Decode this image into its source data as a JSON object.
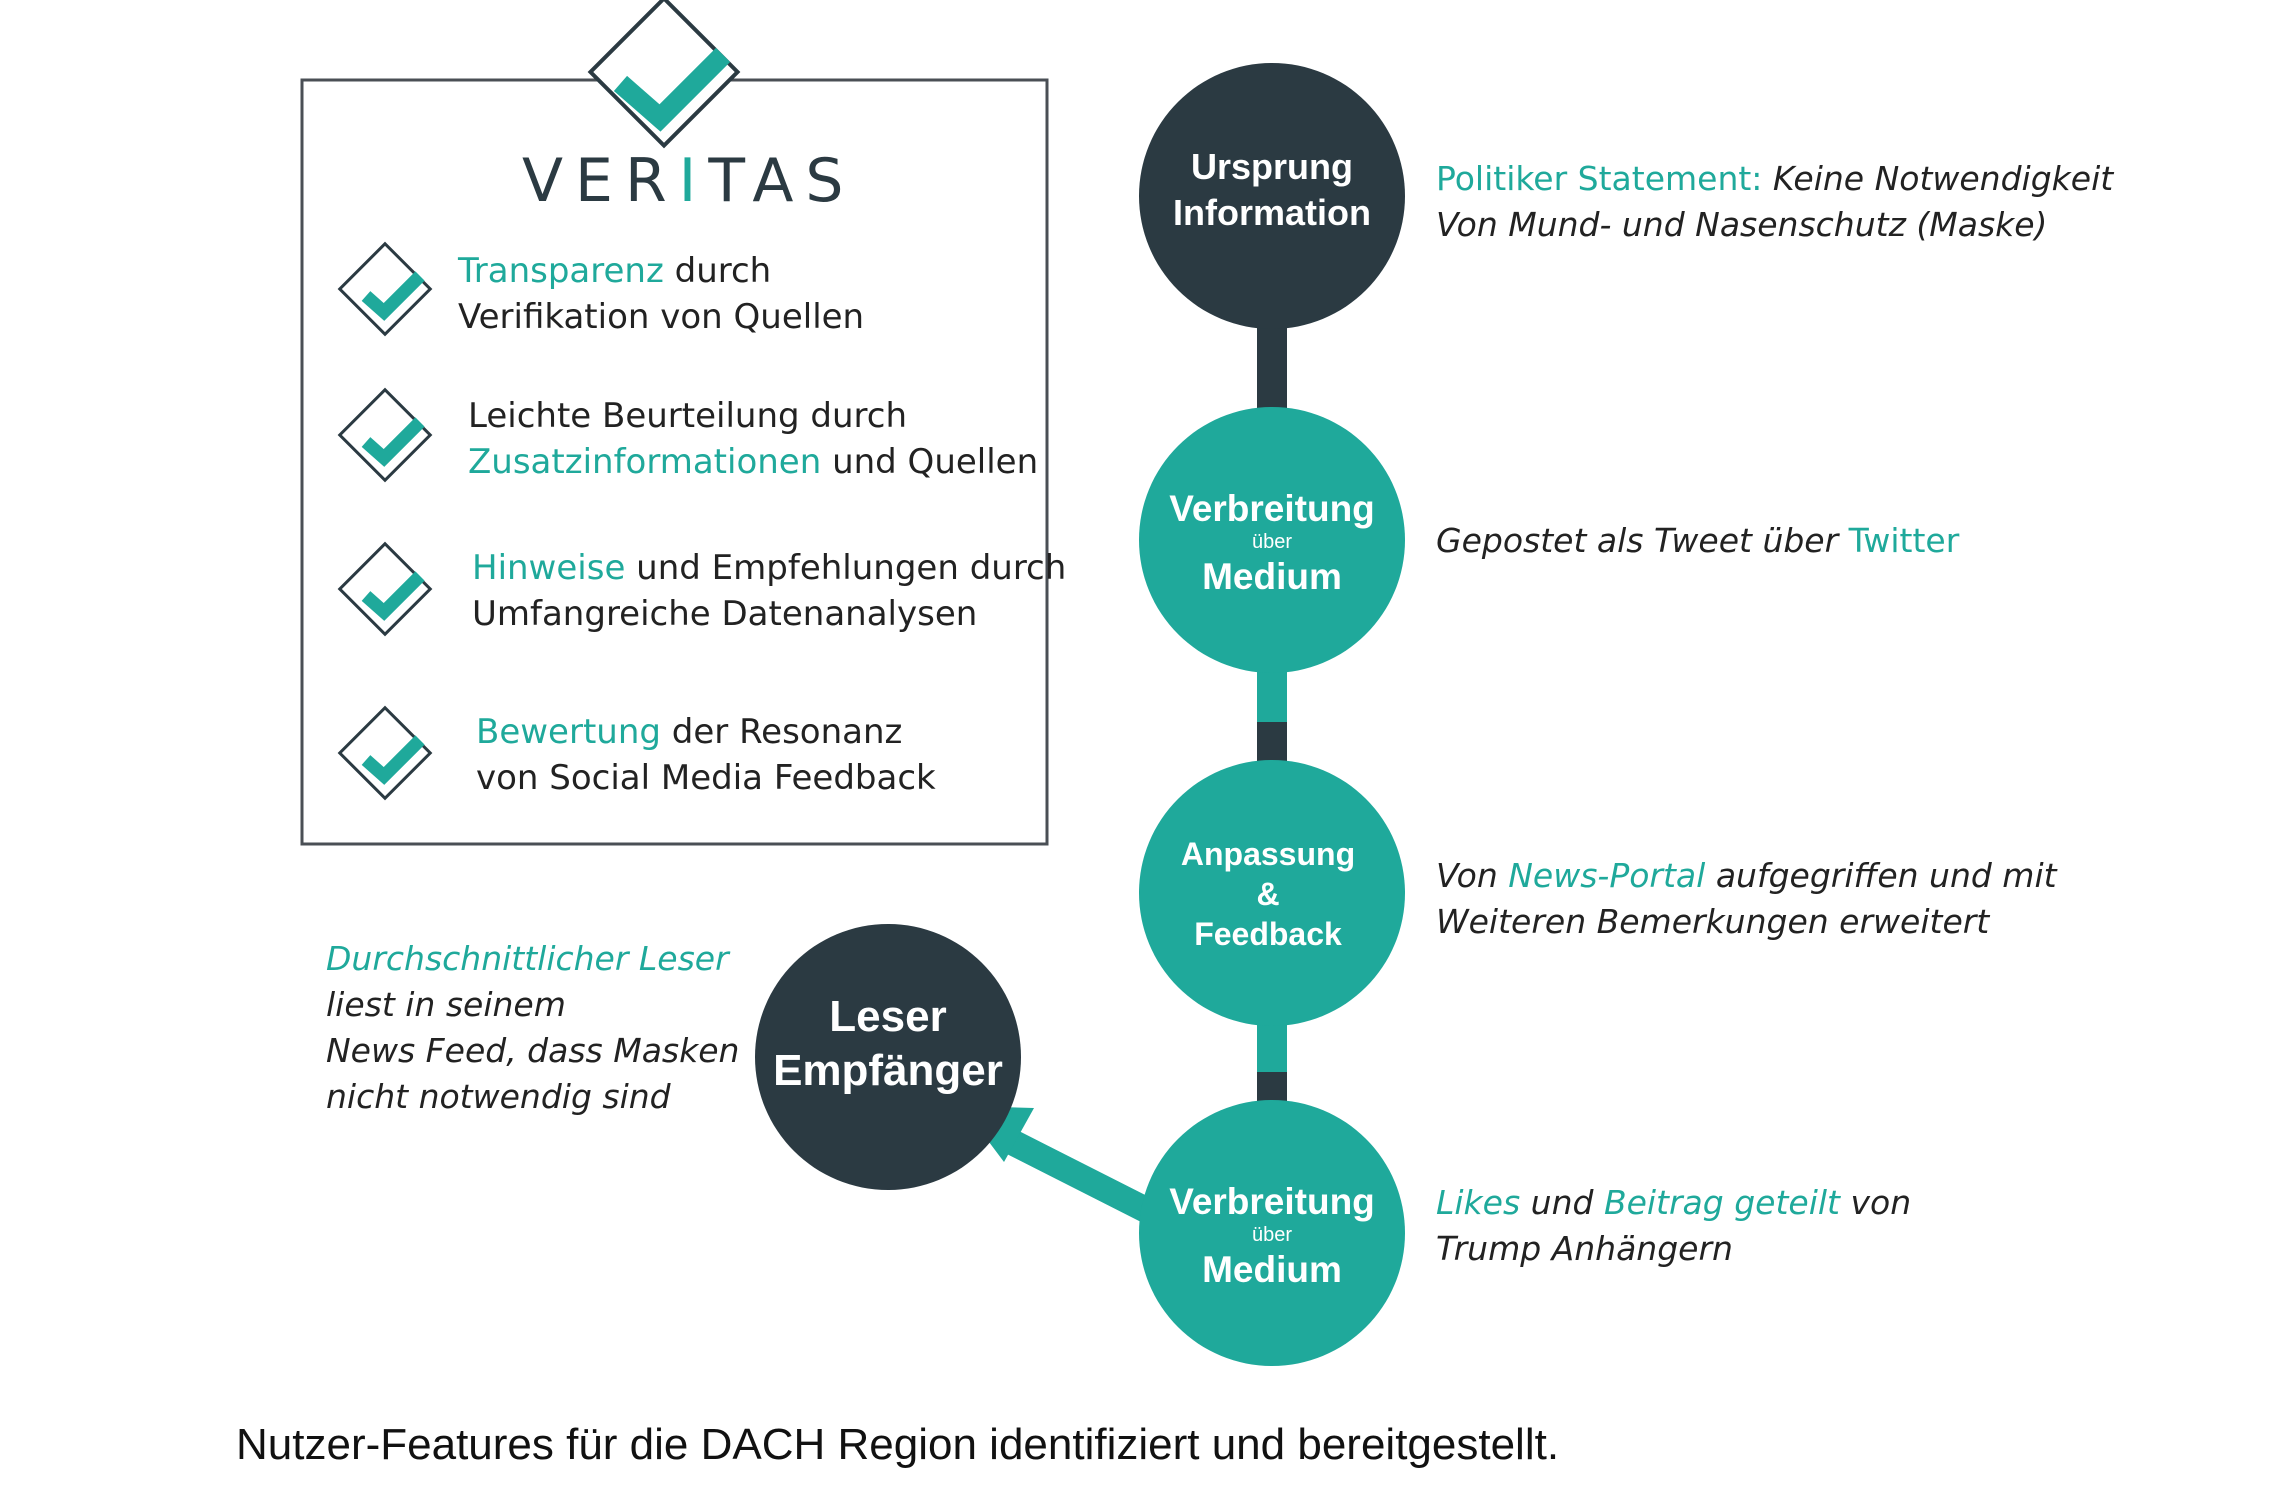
{
  "brand": {
    "name_pre": "VER",
    "name_i": "I",
    "name_post": "TAS"
  },
  "features": [
    {
      "lines": [
        {
          "accent": "Transparenz",
          "rest": " durch"
        },
        {
          "accent": "",
          "rest": "Verifikation von Quellen"
        }
      ]
    },
    {
      "lines": [
        {
          "accent": "",
          "rest": "Leichte Beurteilung durch"
        },
        {
          "accent": "Zusatzinformationen",
          "rest": " und Quellen"
        }
      ]
    },
    {
      "lines": [
        {
          "accent": "Hinweise",
          "rest": " und Empfehlungen durch"
        },
        {
          "accent": "",
          "rest": "Umfangreiche Datenanalysen"
        }
      ]
    },
    {
      "lines": [
        {
          "accent": "Bewertung",
          "rest": " der Resonanz"
        },
        {
          "accent": "",
          "rest": "von Social Media Feedback"
        }
      ]
    }
  ],
  "nodes": {
    "origin": {
      "line1": "Ursprung",
      "line2": "Information"
    },
    "spread1": {
      "line1": "Verbreitung",
      "small": "über",
      "line2": "Medium"
    },
    "adapt": {
      "line1": "Anpassung",
      "line2": "&",
      "line3": "Feedback"
    },
    "spread2": {
      "line1": "Verbreitung",
      "small": "über",
      "line2": "Medium"
    },
    "reader": {
      "line1": "Leser",
      "line2": "Empfänger"
    }
  },
  "notes": {
    "origin": {
      "l1_accent": "Politiker Statement:",
      "l1_rest": " Keine Notwendigkeit",
      "l2": "Von Mund- und Nasenschutz (Maske)"
    },
    "spread1": {
      "l1_pre": "Gepostet als Tweet über ",
      "l1_accent": "Twitter"
    },
    "adapt": {
      "l1_pre": "Von ",
      "l1_accent": "News-Portal",
      "l1_rest": " aufgegriffen und mit",
      "l2": "Weiteren Bemerkungen erweitert"
    },
    "spread2": {
      "a1": "Likes",
      "m1": " und ",
      "a2": "Beitrag geteilt",
      "m2": " von",
      "l2": "Trump Anhängern"
    },
    "reader": {
      "l1_accent": "Durchschnittlicher Leser",
      "l2": "liest in seinem",
      "l3": "News Feed, dass Masken",
      "l4": "nicht notwendig sind"
    }
  },
  "caption": "Nutzer-Features für die DACH Region identifiziert und bereitgestellt.",
  "colors": {
    "teal": "#1fa99b",
    "dark": "#2b3a42",
    "box_border": "#4a4f55"
  }
}
